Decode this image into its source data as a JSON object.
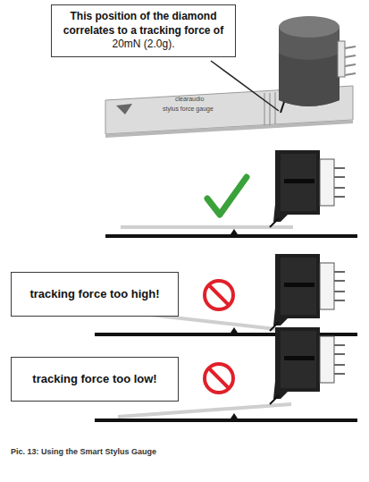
{
  "diagram": {
    "caption": "Pic. 13: Using the Smart Stylus Gauge",
    "nodes": [
      {
        "text": [
          "This position of the diamond correlates to a tracking force of",
          "20mN (2.0g)."
        ]
      },
      {
        "text": [
          "tracking force too high!"
        ]
      },
      {
        "text": [
          "tracking force too low!"
        ]
      }
    ],
    "labels": [
      "clearaudio",
      "stylus force gauge"
    ]
  }
}
